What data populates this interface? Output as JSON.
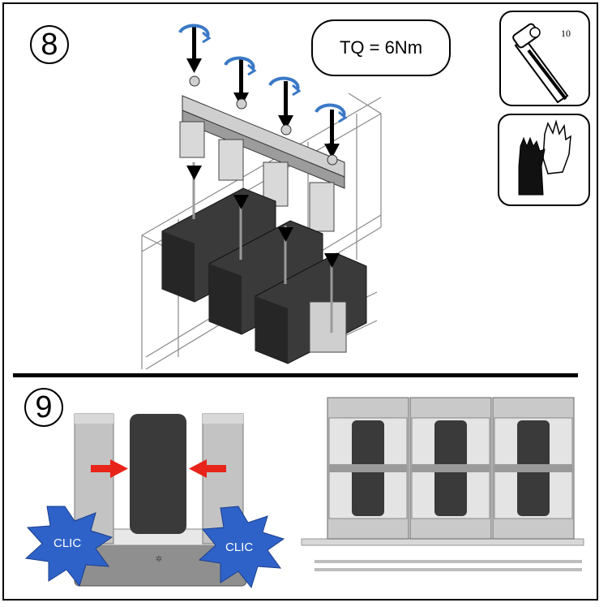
{
  "steps": {
    "step8": {
      "number": "8",
      "torque_label": "TQ = 6Nm"
    },
    "step9": {
      "number": "9",
      "clic_left": "CLIC",
      "clic_right": "CLIC"
    }
  },
  "tools": {
    "wrench": {
      "size_label": "10"
    },
    "gloves": {}
  },
  "icons": [
    "rotate-clockwise-icon",
    "down-arrow-icon",
    "right-arrow-icon",
    "left-arrow-icon",
    "wrench-icon",
    "gloves-icon",
    "clic-burst-icon"
  ],
  "colors": {
    "rotation_arrow": "#3a79c6",
    "push_arrow": "#e8231a",
    "clic_burst": "#2e62c8",
    "block": "#2d2d2d",
    "frame_grey": "#bdbdbd"
  }
}
